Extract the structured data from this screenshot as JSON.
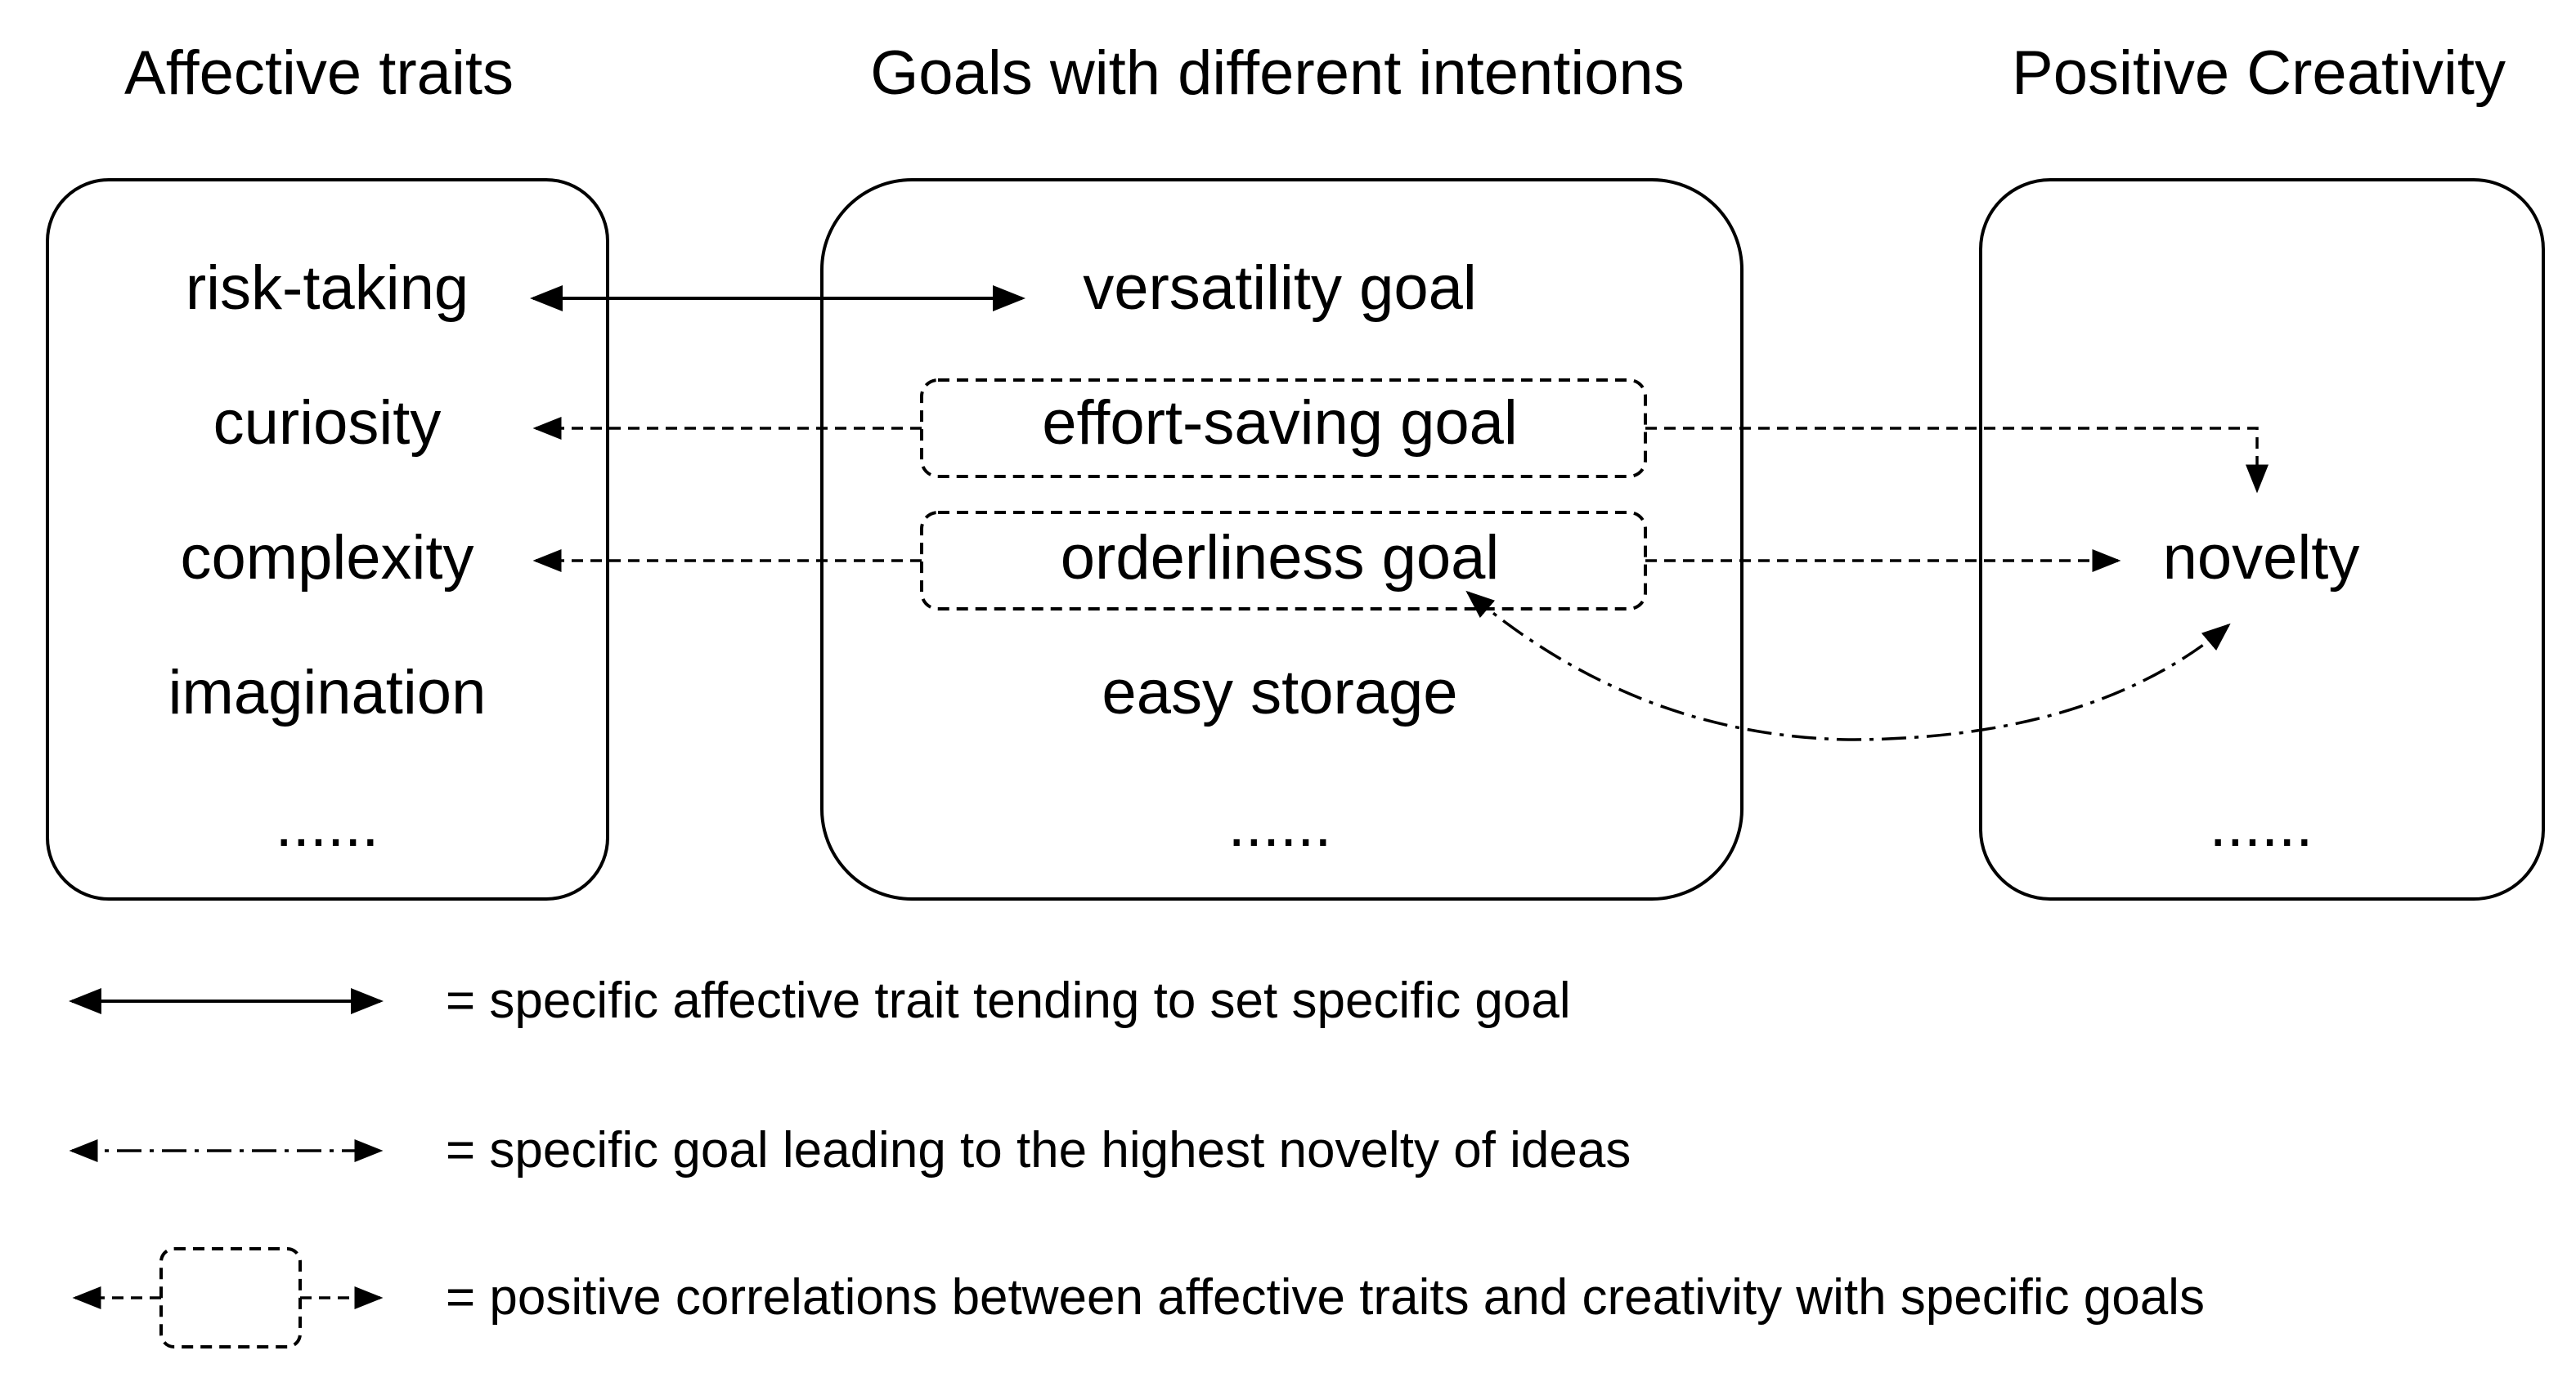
{
  "headers": {
    "traits": "Affective traits",
    "goals": "Goals with different intentions",
    "creativity": "Positive Creativity"
  },
  "traits": [
    "risk-taking",
    "curiosity",
    "complexity",
    "imagination",
    "......"
  ],
  "goals": [
    "versatility goal",
    "effort-saving goal",
    "orderliness goal",
    "easy storage",
    "......"
  ],
  "creativity": [
    "novelty",
    "......"
  ],
  "legend": [
    "= specific affective trait tending to set specific goal",
    "= specific goal leading to the highest novelty of ideas",
    "= positive correlations between affective traits and creativity with specific goals"
  ]
}
